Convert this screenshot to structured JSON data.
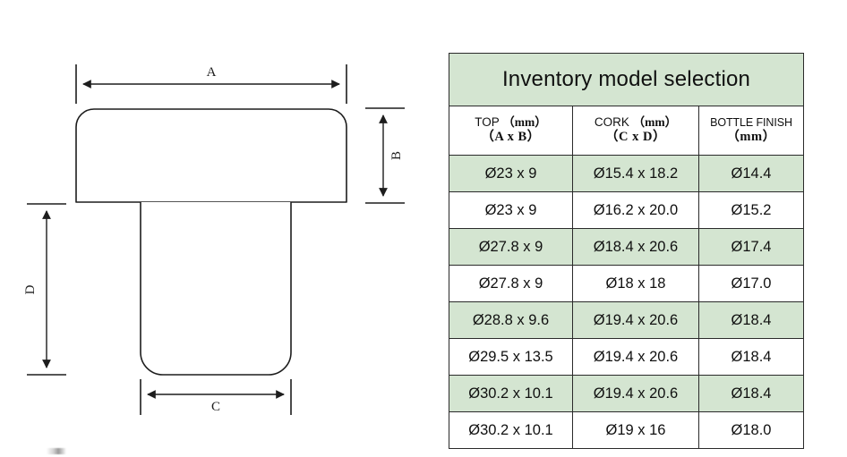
{
  "drawing": {
    "name": "cork-stopper-cross-section",
    "dimensions": {
      "a": "A",
      "b": "B",
      "c": "C",
      "d": "D"
    }
  },
  "table": {
    "title": "Inventory model selection",
    "columns": [
      {
        "key": "top",
        "line1": "TOP",
        "unit": "（mm）",
        "line2": "（A  x  B）"
      },
      {
        "key": "cork",
        "line1": "CORK",
        "unit": "（mm）",
        "line2": "（C  x  D）"
      },
      {
        "key": "finish",
        "line1": "BOTTLE FINISH",
        "unit": "",
        "line2": "（mm）"
      }
    ],
    "rows": [
      {
        "top": "Ø23 x 9",
        "cork": "Ø15.4 x 18.2",
        "finish": "Ø14.4",
        "shaded": true
      },
      {
        "top": "Ø23 x 9",
        "cork": "Ø16.2 x 20.0",
        "finish": "Ø15.2",
        "shaded": false
      },
      {
        "top": "Ø27.8 x 9",
        "cork": "Ø18.4 x 20.6",
        "finish": "Ø17.4",
        "shaded": true
      },
      {
        "top": "Ø27.8 x 9",
        "cork": "Ø18 x 18",
        "finish": "Ø17.0",
        "shaded": false
      },
      {
        "top": "Ø28.8 x 9.6",
        "cork": "Ø19.4 x 20.6",
        "finish": "Ø18.4",
        "shaded": true
      },
      {
        "top": "Ø29.5 x 13.5",
        "cork": "Ø19.4 x 20.6",
        "finish": "Ø18.4",
        "shaded": false
      },
      {
        "top": "Ø30.2 x 10.1",
        "cork": "Ø19.4 x 20.6",
        "finish": "Ø18.4",
        "shaded": true
      },
      {
        "top": "Ø30.2 x 10.1",
        "cork": "Ø19 x 16",
        "finish": "Ø18.0",
        "shaded": false
      }
    ]
  },
  "colors": {
    "shade_green": "#d4e5d1",
    "border": "#2a2a2a",
    "line": "#1d1d1d",
    "background": "#ffffff"
  }
}
